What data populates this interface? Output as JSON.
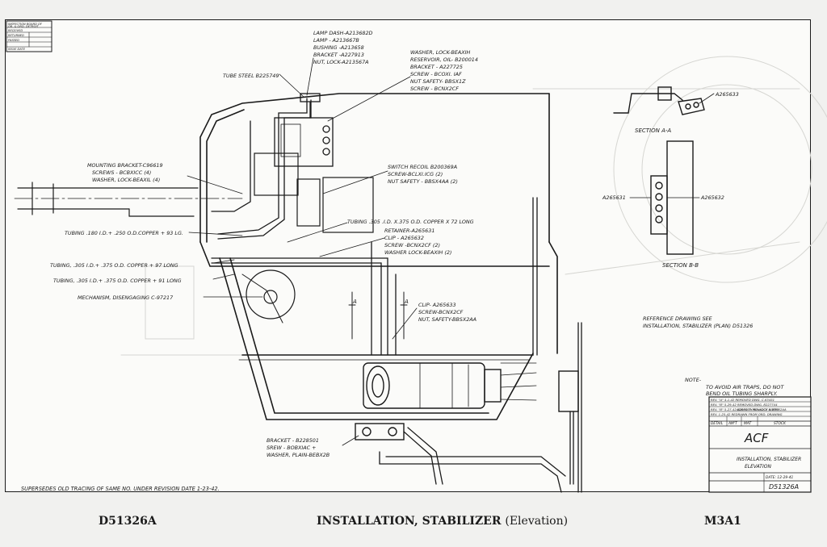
{
  "stamp": {
    "lines": [
      "INSPECTION BOARD OF",
      "OR. & ORD. DETROIT",
      "RECEIVED",
      "RETURNED",
      "PASSED",
      "ISSUE DATE"
    ]
  },
  "callouts": {
    "lamp_group": [
      "LAMP DASH-A213682D",
      "LAMP   - A213667B",
      "BUSHING -A213658",
      "BRACKET -A227913",
      "NUT, LOCK-A213567A"
    ],
    "washer_group": [
      "WASHER, LOCK-BEAXIH",
      "RESERVOIR, OIL- B200014",
      "BRACKET   - A227725",
      "SCREW   - BCOXI. IAF",
      "NUT SAFETY- BBSX1Z",
      "SCREW   - BCNX2CF"
    ],
    "tube_steel": "TUBE STEEL B225749",
    "mounting_group": [
      "MOUNTING BRACKET-C96619",
      "SCREWS - BCBXICC  (4)",
      "WASHER, LOCK-BEAXIL  (4)"
    ],
    "switch_group": [
      "SWITCH RECOIL  B200369A",
      "SCREW-BCLXI.ICG   (2)",
      "NUT SAFETY - BBSX4AA (2)"
    ],
    "tubing_305_72": "TUBING .305 .I.D. X.375 O.D. COPPER X 72 LONG",
    "tubing_180": "TUBING .180 I.D.+ .250 O.D.COPPER + 93 LG.",
    "retainer_group": [
      "RETAINER-A265631",
      "CLIP   - A265632",
      "SCREW   -BCNX2CF (2)",
      "WASHER LOCK-BEAXIH (2)"
    ],
    "tubing_97": "TUBING, .305 I.D.+ .375 O.D. COPPER + 97 LONG",
    "tubing_91": "TUBING, .305 I.D.+ .375 O.D. COPPER + 91 LONG",
    "mechanism": "MECHANISM, DISENGAGING C-97217",
    "clip_group": [
      "CLIP- A265633",
      "SCREW-BCNX2CF",
      "NUT, SAFETY-BBSX2AA"
    ],
    "bracket_group": [
      "BRACKET - B228501",
      "SREW    - BOBXIAC +",
      "WASHER, PLAIN-BEBX2B"
    ],
    "section_aa_part": "A265633",
    "section_bb_left": "A265631",
    "section_bb_right": "A265632",
    "marker_a1": "A",
    "marker_a2": "A"
  },
  "section_aa_label": "SECTION A-A",
  "section_bb_label": "SECTION B-B",
  "reference": [
    "REFERENCE DRAWING SEE",
    "INSTALLATION, STABILIZER (PLAN) D51326"
  ],
  "note": [
    "NOTE-",
    "TO AVOID AIR TRAPS, DO NOT",
    "BEND OIL TUBING SHARPLY."
  ],
  "revisions": [
    "REV. \"A\" 4-1-42  REMOVED DWG. C-63451",
    "REV. \"B\" 5-29-42 REMOVED DWG. B227744",
    "ADDED TYPEN LOCK NOTES",
    "REV. \"B\" 5-27-42   A265633. BCNX2CF & BBSX2AA",
    "REV. 1-25-42 REDRAWN FROM ORD. DRAWING"
  ],
  "title_block": {
    "headers": [
      "DETAIL",
      "AM'T",
      "MAT",
      "STOCK"
    ],
    "company": "ACF",
    "title": [
      "INSTALLATION, STABILIZER",
      "ELEVATION"
    ],
    "date": "DATE: 12-29-41",
    "drawing_no": "D51326A"
  },
  "supersedes": "SUPERSEDES  OLD TRACING OF SAME NO. UNDER REVISION DATE 1-23-42.",
  "footer": {
    "left": "D51326A",
    "center_main": "INSTALLATION, STABILIZER",
    "center_sub": "(Elevation)",
    "right": "M3A1"
  }
}
